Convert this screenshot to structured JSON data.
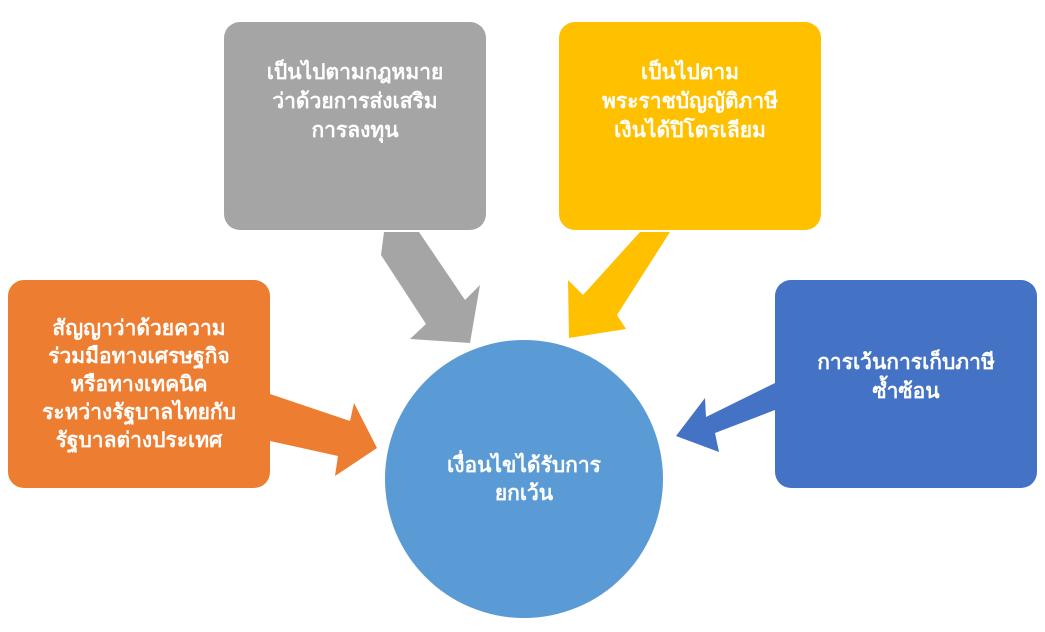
{
  "diagram": {
    "center": {
      "lines": [
        "เงื่อนไขได้รับการ",
        "ยกเว้น"
      ],
      "color": "#5b9bd5"
    },
    "boxes": {
      "investment": {
        "lines": [
          "เป็นไปตามกฎหมาย",
          "ว่าด้วยการส่งเสริม",
          "การลงทุน"
        ],
        "color": "#a5a5a5"
      },
      "petroleum": {
        "lines": [
          "เป็นไปตาม",
          "พระราชบัญญัติภาษี",
          "เงินได้ปิโตรเลียม"
        ],
        "color": "#ffc000"
      },
      "agreement": {
        "lines": [
          "สัญญาว่าด้วยความ",
          "ร่วมมือทางเศรษฐกิจ",
          "หรือทางเทคนิค",
          "ระหว่างรัฐบาลไทยกับ",
          "รัฐบาลต่างประเทศ"
        ],
        "color": "#ed7d31"
      },
      "double_tax": {
        "lines": [
          "การเว้นการเก็บภาษี",
          "ซ้ำซ้อน"
        ],
        "color": "#4472c4"
      }
    }
  }
}
